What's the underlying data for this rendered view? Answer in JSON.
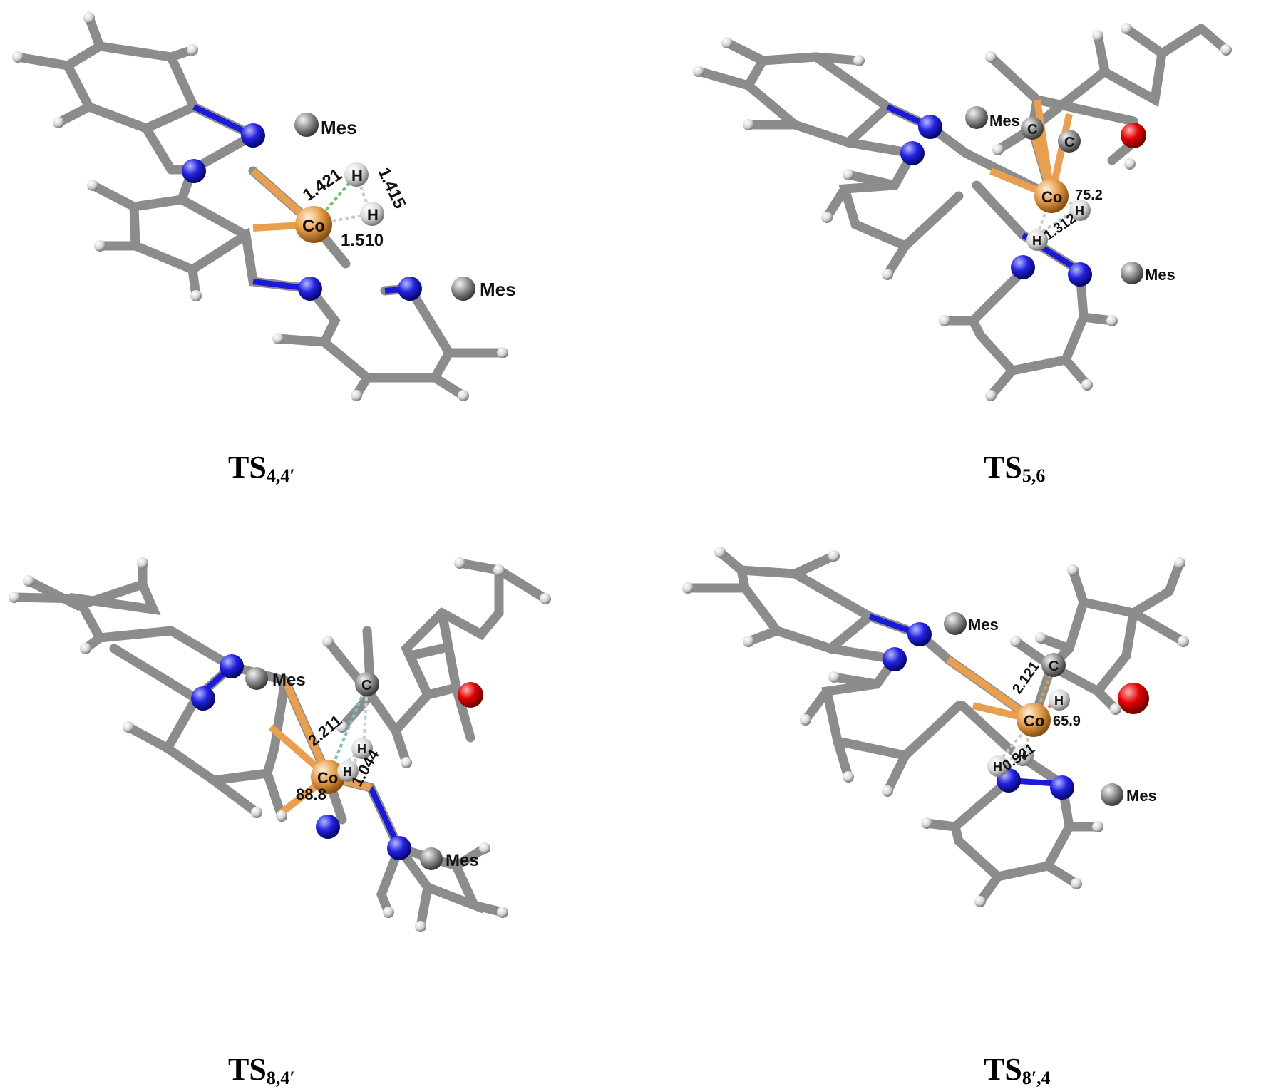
{
  "panels": [
    {
      "id": "ts44",
      "caption_main": "TS",
      "caption_sub": "4,4′",
      "labels": {
        "mes1": "Mes",
        "mes2": "Mes",
        "co": "Co",
        "h1": "H",
        "h2": "H",
        "d1": "1.421",
        "d2": "1.415",
        "d3": "1.510"
      }
    },
    {
      "id": "ts56",
      "caption_main": "TS",
      "caption_sub": "5,6",
      "labels": {
        "mes1": "Mes",
        "mes2": "Mes",
        "co": "Co",
        "h1": "H",
        "h2": "H",
        "c1": "C",
        "c2": "C",
        "d1": "75.2",
        "d2": "1.312"
      }
    },
    {
      "id": "ts84",
      "caption_main": "TS",
      "caption_sub": "8,4′",
      "labels": {
        "mes1": "Mes",
        "mes2": "Mes",
        "co": "Co",
        "h1": "H",
        "h2": "H",
        "c1": "C",
        "d1": "2.211",
        "d2": "1.044",
        "d3": "88.8"
      }
    },
    {
      "id": "ts84b",
      "caption_main": "TS",
      "caption_sub": "8′,4",
      "labels": {
        "mes1": "Mes",
        "mes2": "Mes",
        "co": "Co",
        "h1": "H",
        "h2": "H",
        "h3": "H",
        "c1": "C",
        "d1": "2.121",
        "d2": "65.9",
        "d3": "0.921"
      }
    }
  ],
  "colors": {
    "carbon": "#8a8a8a",
    "nitrogen": "#1a1ad8",
    "oxygen": "#e00000",
    "cobalt": "#e8a050",
    "hydrogen": "#e6e6e6"
  }
}
